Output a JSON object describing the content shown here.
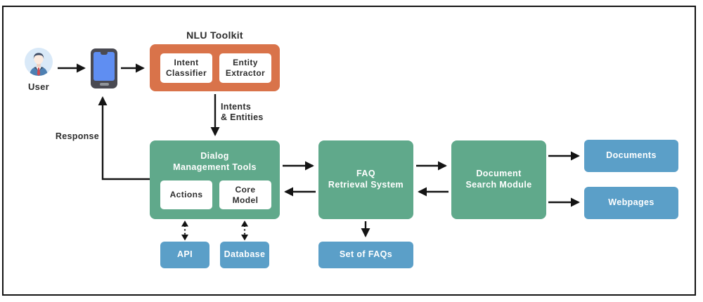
{
  "colors": {
    "orange": "#d9734a",
    "green": "#60a98b",
    "blue": "#5b9fc8",
    "arrow": "#141414",
    "phone_screen": "#5f8ef2"
  },
  "nodes": {
    "user_label": "User",
    "nlu_title": "NLU Toolkit",
    "intent_classifier": "Intent\nClassifier",
    "entity_extractor": "Entity\nExtractor",
    "dialog_management": "Dialog\nManagement Tools",
    "actions": "Actions",
    "core_model": "Core\nModel",
    "faq_retrieval": "FAQ\nRetrieval System",
    "document_search": "Document\nSearch Module",
    "documents": "Documents",
    "webpages": "Webpages",
    "api": "API",
    "database": "Database",
    "set_of_faqs": "Set of FAQs"
  },
  "edges": {
    "intents_entities_label": "Intents\n& Entities",
    "response_label": "Response"
  }
}
